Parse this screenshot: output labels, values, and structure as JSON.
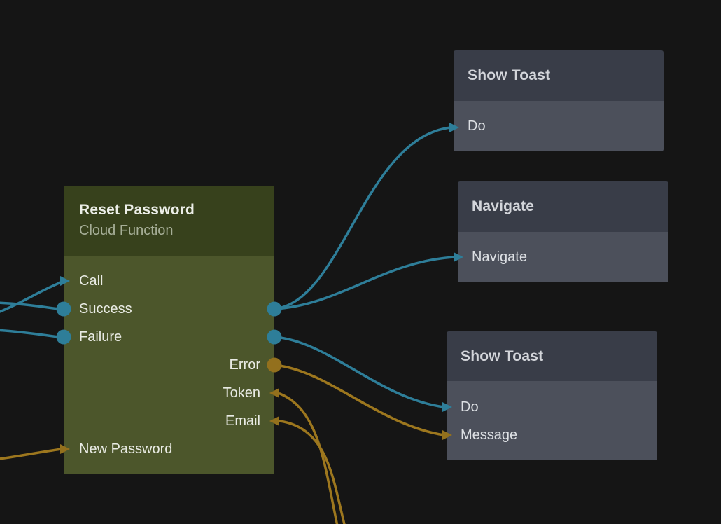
{
  "canvas": {
    "background": "#151515"
  },
  "palette": {
    "exec_wire_teal": "#2e7e99",
    "data_wire_gold": "#9d771e",
    "green_node_header": "#37411c",
    "green_node_body": "#4c562b",
    "gray_node_header": "#393d48",
    "gray_node_body": "#4c505b"
  },
  "nodes": {
    "reset_password": {
      "title": "Reset Password",
      "subtitle": "Cloud Function",
      "ports": {
        "call": "Call",
        "success": "Success",
        "failure": "Failure",
        "error": "Error",
        "token": "Token",
        "email": "Email",
        "new_password": "New Password"
      }
    },
    "show_toast_top": {
      "title": "Show Toast",
      "ports": {
        "do": "Do"
      }
    },
    "navigate": {
      "title": "Navigate",
      "ports": {
        "navigate": "Navigate"
      }
    },
    "show_toast_bottom": {
      "title": "Show Toast",
      "ports": {
        "do": "Do",
        "message": "Message"
      }
    }
  }
}
